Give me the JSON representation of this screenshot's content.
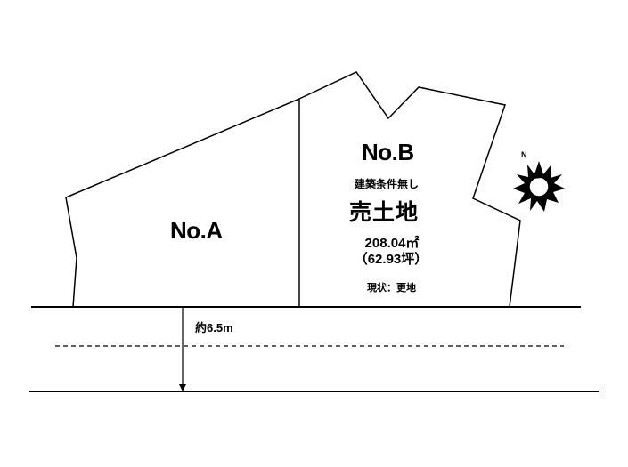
{
  "lots": {
    "a": {
      "label": "No.A"
    },
    "b": {
      "label": "No.B",
      "condition": "建築条件無し",
      "sale_type": "売土地",
      "area_sqm": "208.04㎡",
      "area_tsubo": "（62.93坪）",
      "status": "現状：更地"
    }
  },
  "road": {
    "width_label": "約6.5m"
  },
  "compass": {
    "north_label": "N"
  }
}
